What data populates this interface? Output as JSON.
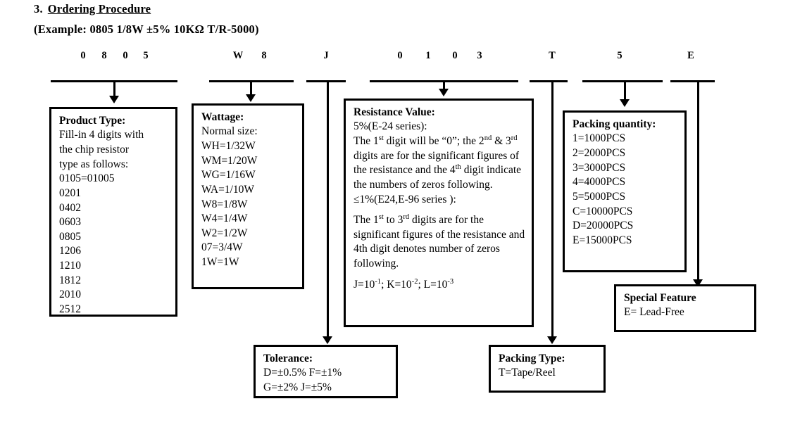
{
  "document": {
    "section_number": "3.",
    "section_title": "Ordering Procedure",
    "example_line": "(Example: 0805 1/8W ±5% 10KΩ T/R-5000)"
  },
  "part_code": {
    "characters": [
      "0",
      "8",
      "0",
      "5",
      "W",
      "8",
      "J",
      "0",
      "1",
      "0",
      "3",
      "T",
      "5",
      "E"
    ]
  },
  "boxes": {
    "product_type": {
      "title": "Product Type:",
      "lines": [
        "Fill-in 4 digits with",
        "the chip resistor",
        "type as follows:",
        "0105=01005",
        "0201",
        "0402",
        "0603",
        "0805",
        "1206",
        "1210",
        "1812",
        "2010",
        "2512"
      ]
    },
    "wattage": {
      "title": "Wattage:",
      "lines": [
        "Normal size:",
        "WH=1/32W",
        "WM=1/20W",
        "WG=1/16W",
        "WA=1/10W",
        "W8=1/8W",
        "W4=1/4W",
        "W2=1/2W",
        "07=3/4W",
        "1W=1W"
      ]
    },
    "resistance_value": {
      "title": "Resistance Value:",
      "series_5pct_label": "5%(E-24 series):",
      "para_5pct_parts": {
        "t1": "The 1",
        "s1": "st",
        "t2": " digit will be “0”; the 2",
        "s2": "nd",
        "t3": " & 3",
        "s3": "rd",
        "t4": " digits are for the significant figures of the resistance and the 4",
        "s4": "th",
        "t5": " digit indicate the numbers of zeros following."
      },
      "series_1pct_label": "≤1%(E24,E-96 series ):",
      "para_1pct_parts": {
        "t1": "The 1",
        "s1": "st",
        "t2": " to 3",
        "s2": "rd",
        "t3": " digits are for the significant figures of the resistance and 4th digit denotes number of zeros following."
      },
      "multiplier_parts": {
        "t1": "J=10",
        "s1": "-1",
        "t2": "; K=10",
        "s2": "-2",
        "t3": "; L=10",
        "s3": "-3"
      }
    },
    "packing_quantity": {
      "title": "Packing quantity:",
      "lines": [
        "1=1000PCS",
        "2=2000PCS",
        "3=3000PCS",
        "4=4000PCS",
        "5=5000PCS",
        "C=10000PCS",
        "D=20000PCS",
        "E=15000PCS"
      ]
    },
    "special_feature": {
      "title": "Special Feature",
      "lines": [
        "E= Lead-Free"
      ]
    },
    "tolerance": {
      "title": "Tolerance:",
      "lines": [
        "D=±0.5%  F=±1%",
        "G=±2%   J=±5%"
      ]
    },
    "packing_type": {
      "title": "Packing Type:",
      "lines": [
        "T=Tape/Reel"
      ]
    }
  },
  "colors": {
    "ink": "#000000",
    "paper": "#ffffff"
  }
}
